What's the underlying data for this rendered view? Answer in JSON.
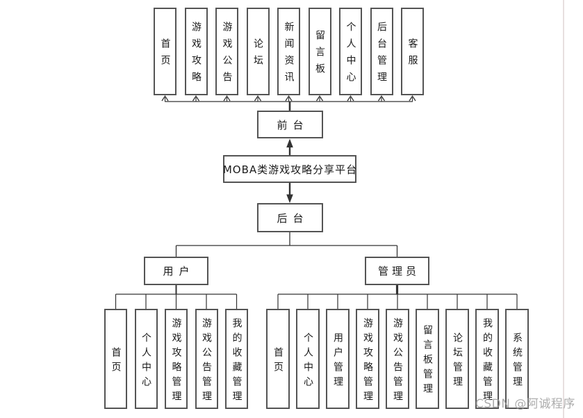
{
  "colors": {
    "line": "#333333",
    "box_border": "#545454",
    "box_bg": "#ffffff",
    "text": "#1a1a1a",
    "watermark": "#9e9e9e",
    "edge_line": "#e7dfdf"
  },
  "diagram": {
    "platform_label": "MOBA类游戏攻略分享平台",
    "front_label": "前台",
    "back_label": "后台",
    "user_label": "用户",
    "admin_label": "管理员",
    "front_modules": [
      "首页",
      "游戏攻略",
      "游戏公告",
      "论坛",
      "新闻资讯",
      "留言板",
      "个人中心",
      "后台管理",
      "客服"
    ],
    "user_children": [
      "首页",
      "个人中心",
      "游戏攻略管理",
      "游戏公告管理",
      "我的收藏管理"
    ],
    "admin_children": [
      "首页",
      "个人中心",
      "用户管理",
      "游戏攻略管理",
      "游戏公告管理",
      "留言板管理",
      "论坛管理",
      "我的收藏管理",
      "系统管理"
    ]
  },
  "watermark": "CSDN @阿诚程序"
}
